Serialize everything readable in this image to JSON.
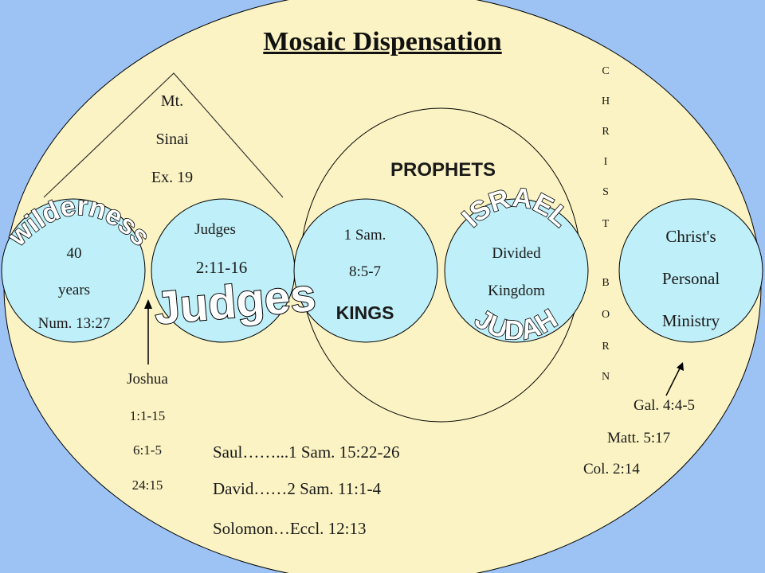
{
  "title": "Mosaic Dispensation",
  "colors": {
    "background": "#9dc3f5",
    "big_oval": "#fbf3c3",
    "circles": "#bfeff8"
  },
  "sinai": {
    "line1": "Mt.",
    "line2": "Sinai",
    "line3": "Ex. 19"
  },
  "wilderness": {
    "arc_label": "wilderness",
    "line1": "40",
    "line2": "years",
    "line3": "Num. 13:27"
  },
  "judges": {
    "line1": "Judges",
    "line2": "2:11-16",
    "big_label": "Judges"
  },
  "joshua": {
    "line1": "Joshua",
    "line2": "1:1-15",
    "line3": "6:1-5",
    "line4": "24:15"
  },
  "prophets": {
    "label": "PROPHETS"
  },
  "kings": {
    "line1": "1 Sam.",
    "line2": "8:5-7",
    "line3": "KINGS"
  },
  "divided": {
    "arc_top": "ISRAEL",
    "line1": "Divided",
    "line2": "Kingdom",
    "arc_bottom": "JUDAH"
  },
  "christ_born": [
    "C",
    "H",
    "R",
    "I",
    "S",
    "T",
    "B",
    "O",
    "R",
    "N"
  ],
  "christ": {
    "line1": "Christ's",
    "line2": "Personal",
    "line3": "Ministry"
  },
  "refs": {
    "gal": "Gal. 4:4-5",
    "matt": "Matt. 5:17",
    "col": "Col. 2:14"
  },
  "kings_list": {
    "saul": "Saul……...1 Sam. 15:22-26",
    "david": "David……2 Sam. 11:1-4",
    "solomon": "Solomon…Eccl. 12:13"
  }
}
